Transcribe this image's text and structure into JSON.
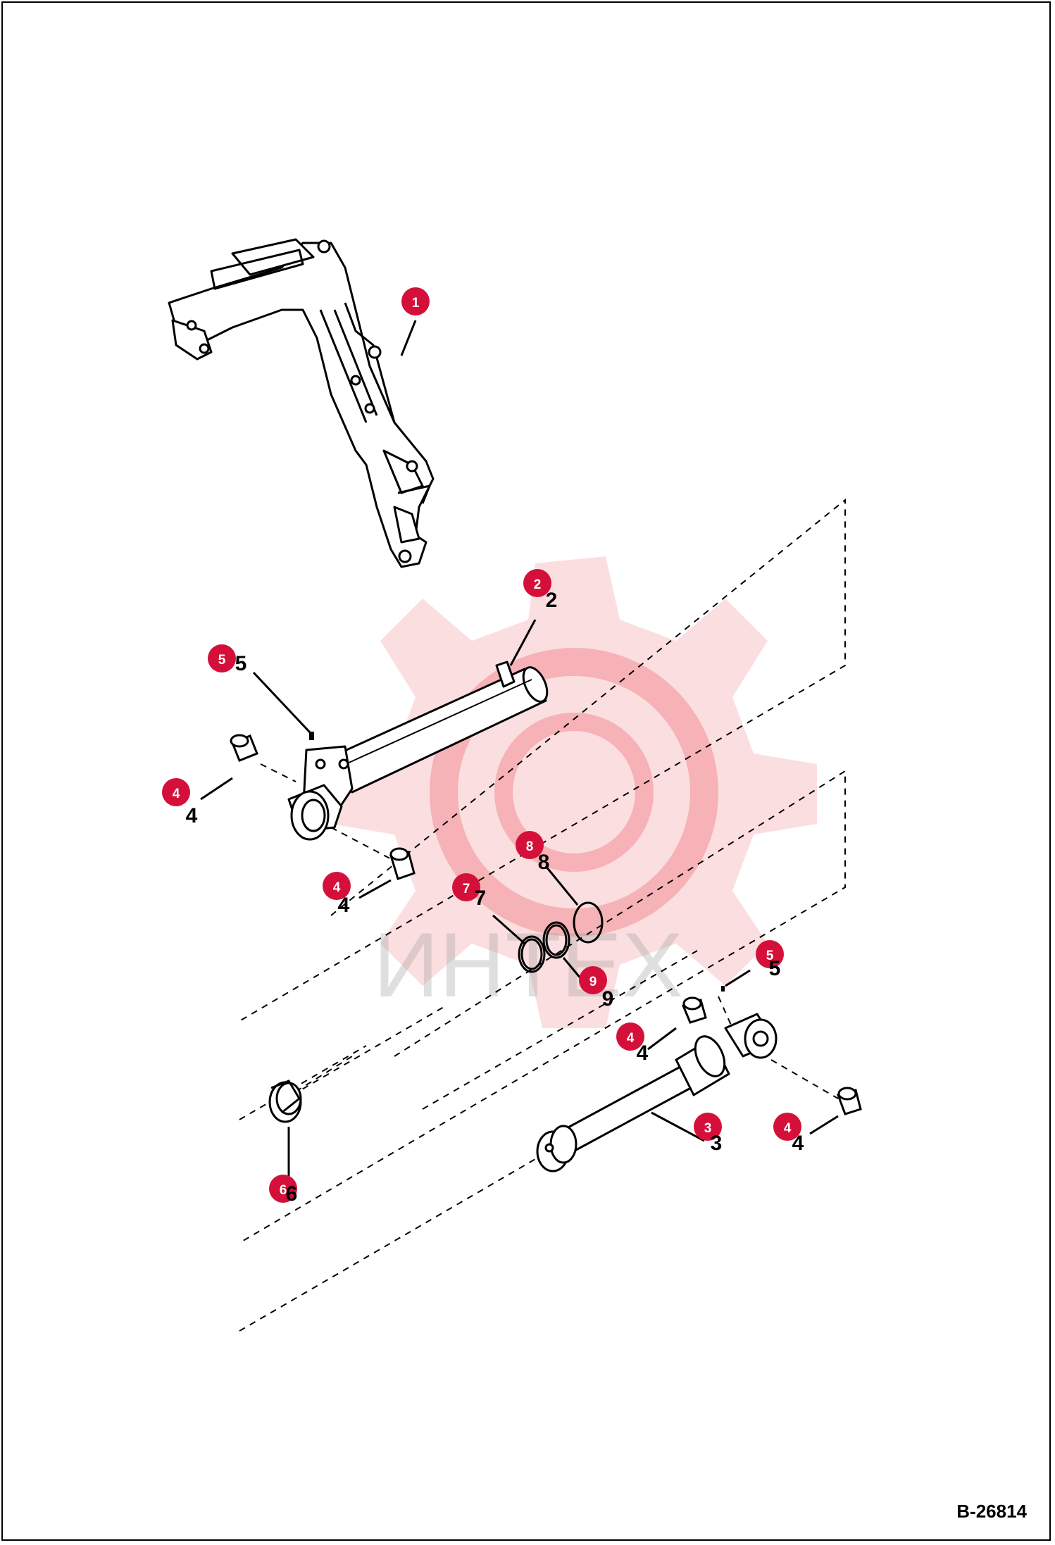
{
  "drawing_code": "B-26814",
  "watermark": {
    "text": "ИНТЕХ",
    "color": "#e30613"
  },
  "callout_color": "#d4103a",
  "callouts": [
    {
      "id": "c1",
      "badge": "1",
      "label": ""
    },
    {
      "id": "c2",
      "badge": "2",
      "label": "2"
    },
    {
      "id": "c5a",
      "badge": "5",
      "label": "5"
    },
    {
      "id": "c4a",
      "badge": "4",
      "label": "4"
    },
    {
      "id": "c4b",
      "badge": "4",
      "label": "4"
    },
    {
      "id": "c8",
      "badge": "8",
      "label": "8"
    },
    {
      "id": "c7",
      "badge": "7",
      "label": "7"
    },
    {
      "id": "c9",
      "badge": "9",
      "label": "9"
    },
    {
      "id": "c5b",
      "badge": "5",
      "label": "5"
    },
    {
      "id": "c4c",
      "badge": "4",
      "label": "4"
    },
    {
      "id": "c3",
      "badge": "3",
      "label": "3"
    },
    {
      "id": "c4d",
      "badge": "4",
      "label": "4"
    },
    {
      "id": "c6",
      "badge": "6",
      "label": "6"
    }
  ]
}
